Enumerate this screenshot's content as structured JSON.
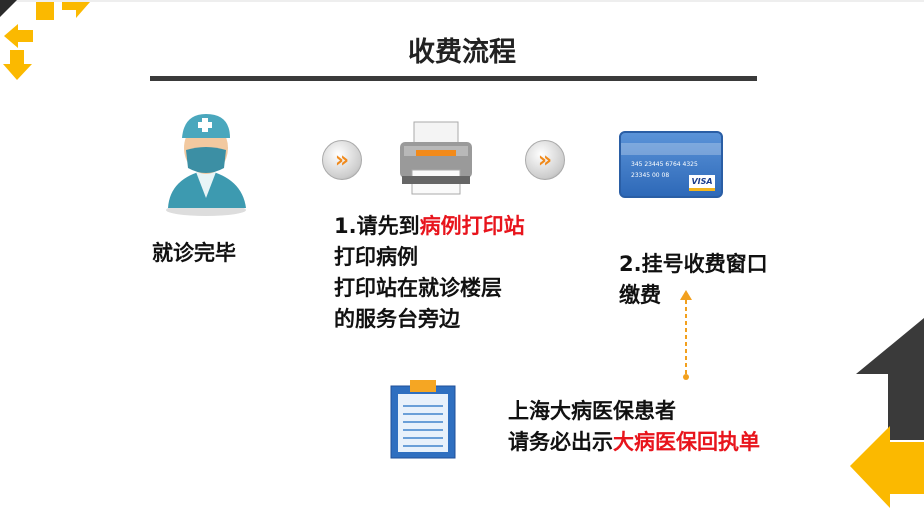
{
  "title": "收费流程",
  "step0": {
    "label": "就诊完毕"
  },
  "step1": {
    "prefix": "1.请先到",
    "highlight": "病例打印站",
    "line2": "打印病例",
    "line3": "打印站在就诊楼层",
    "line4": "的服务台旁边"
  },
  "step2": {
    "line1": "2.挂号收费窗口",
    "line2": "缴费"
  },
  "card": {
    "number": "345 23445 6764 4325",
    "line2": "23345 00 08",
    "brand": "VISA"
  },
  "note": {
    "line1": "上海大病医保患者",
    "line2_prefix": "请务必出示",
    "line2_highlight": "大病医保回执单"
  },
  "colors": {
    "accent": "#fbb900",
    "dark": "#3a3a3a",
    "red": "#e8141c"
  }
}
